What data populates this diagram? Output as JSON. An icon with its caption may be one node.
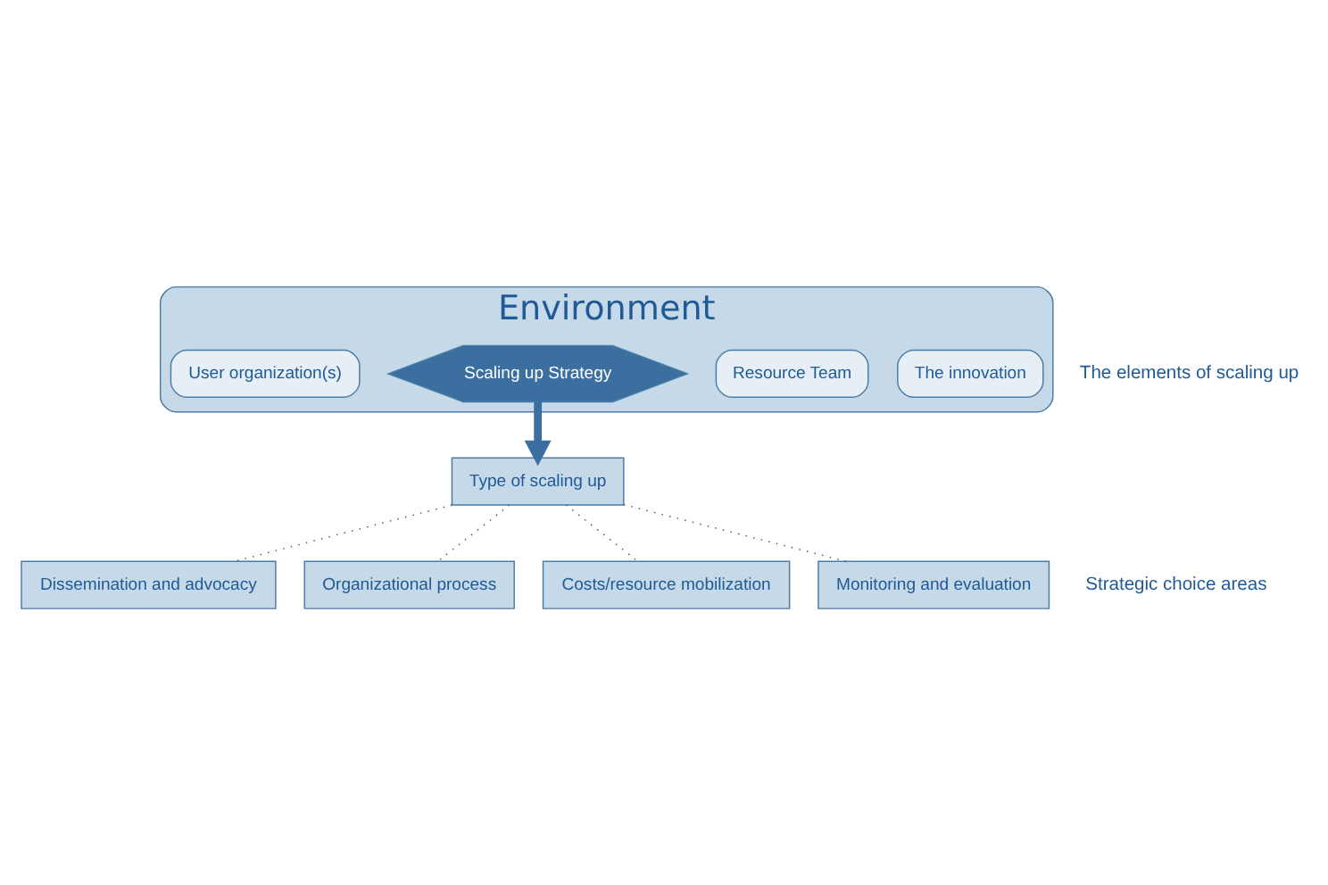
{
  "diagram": {
    "nodes": [
      {
        "text": [
          "Environment"
        ]
      },
      {
        "text": [
          "The innovation"
        ],
        "in": 0
      },
      {
        "text": [
          "Resource Team"
        ],
        "in": 0
      },
      {
        "text": [
          "Scaling up Strategy"
        ],
        "in": 0
      },
      {
        "text": [
          "User organization(s)"
        ],
        "in": 0
      },
      {
        "text": [
          "Type of scaling up"
        ]
      },
      {
        "text": [
          "Dissemination and advocacy"
        ]
      },
      {
        "text": [
          "Organizational process"
        ]
      },
      {
        "text": [
          "Costs/resource mobilization"
        ]
      },
      {
        "text": [
          "Monitoring and evaluation"
        ]
      }
    ],
    "edges": [
      {
        "from": 3,
        "to": 5,
        "arrow": "to",
        "style": "thick",
        "color": "#3a6fa0"
      },
      {
        "from": 5,
        "to": 6,
        "arrow": "none",
        "style": "dashed"
      },
      {
        "from": 5,
        "to": 7,
        "arrow": "none",
        "style": "dashed"
      },
      {
        "from": 5,
        "to": 8,
        "arrow": "none",
        "style": "dashed"
      },
      {
        "from": 5,
        "to": 9,
        "arrow": "none",
        "style": "dashed"
      }
    ],
    "labels": [
      "The elements of scaling up",
      "Strategic choice areas"
    ]
  }
}
